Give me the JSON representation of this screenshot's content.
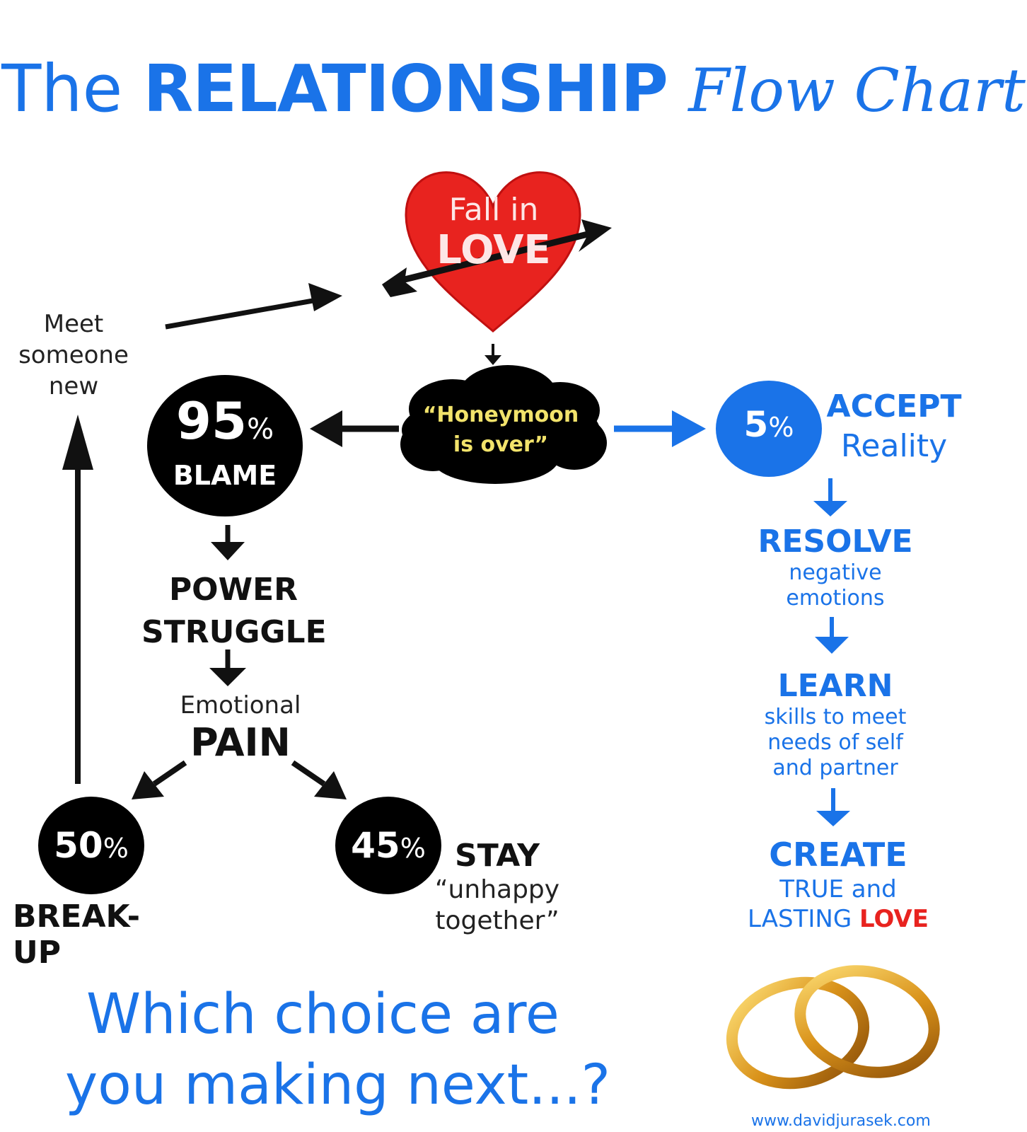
{
  "title": {
    "part1": "The",
    "part2": "RELATIONSHIP",
    "part3": "Flow Chart"
  },
  "heart": {
    "line1": "Fall in",
    "line2": "LOVE"
  },
  "meet": {
    "text": "Meet someone new"
  },
  "honeymoon": {
    "line1": "“Honeymoon",
    "line2": "is over”"
  },
  "blame": {
    "percent": "95",
    "pct_sign": "%",
    "label": "BLAME"
  },
  "accept": {
    "percent": "5",
    "pct_sign": "%",
    "title": "ACCEPT",
    "sub": "Reality"
  },
  "power": {
    "line1": "POWER",
    "line2": "STRUGGLE"
  },
  "pain": {
    "line1": "Emotional",
    "line2": "PAIN"
  },
  "breakup": {
    "percent": "50",
    "pct_sign": "%",
    "label": "BREAK-UP"
  },
  "stay": {
    "percent": "45",
    "pct_sign": "%",
    "title": "STAY",
    "line1": "“unhappy",
    "line2": "together”"
  },
  "resolve": {
    "title": "RESOLVE",
    "line1": "negative",
    "line2": "emotions"
  },
  "learn": {
    "title": "LEARN",
    "line1": "skills to meet",
    "line2": "needs of self",
    "line3": "and partner"
  },
  "create": {
    "title": "CREATE",
    "line1": "TRUE and",
    "line2_a": "LASTING ",
    "line2_b": "LOVE"
  },
  "question": {
    "line1": "Which choice are",
    "line2": "you making next...?"
  },
  "website": "www.davidjurasek.com",
  "colors": {
    "blue": "#1a73e8",
    "red": "#e8231f",
    "black": "#111111",
    "gold": "#d99a1a",
    "honeymoon_text": "#f2e36b"
  }
}
